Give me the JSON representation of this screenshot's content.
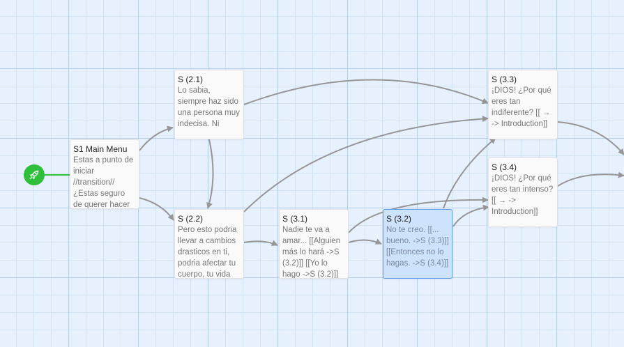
{
  "passages": [
    {
      "id": "s1",
      "title": "S1 Main Menu",
      "excerpt": "Estas a punto de iniciar //transition// ¿Estas seguro de querer hacer"
    },
    {
      "id": "s21",
      "title": "S (2.1)",
      "excerpt": "Lo sabia, siempre haz sido una persona muy indecisa. Ni"
    },
    {
      "id": "s22",
      "title": "S (2.2)",
      "excerpt": "Pero esto podria llevar a cambios drasticos en ti, podria afectar tu cuerpo, tu vida"
    },
    {
      "id": "s31",
      "title": "S (3.1)",
      "excerpt": "Nadie te va a amar... [[Alguien más lo hará ->S (3.2)]] [[Yo lo hago ->S (3.2)]]"
    },
    {
      "id": "s32",
      "title": "S (3.2)",
      "excerpt": "No te creo. [[... bueno. ->S (3.3)]] [[Entonces no lo hagas. ->S (3.4)]]"
    },
    {
      "id": "s33",
      "title": "S (3.3)",
      "excerpt": "¡DIOS! ¿Por qué eres tan indiferente? [[ → -> Introduction]]"
    },
    {
      "id": "s34",
      "title": "S (3.4)",
      "excerpt": "¡DIOS! ¿Por qué eres tan intenso? [[ → -> Introduction]]"
    }
  ],
  "start_icon": "rocket-icon",
  "colors": {
    "canvas": "#e7f1fd",
    "grid_major": "#b3cdea",
    "arrow": "#969696",
    "start": "#2fbf3a",
    "selected_fill": "#cde2fb",
    "selected_border": "#5b9be6"
  }
}
